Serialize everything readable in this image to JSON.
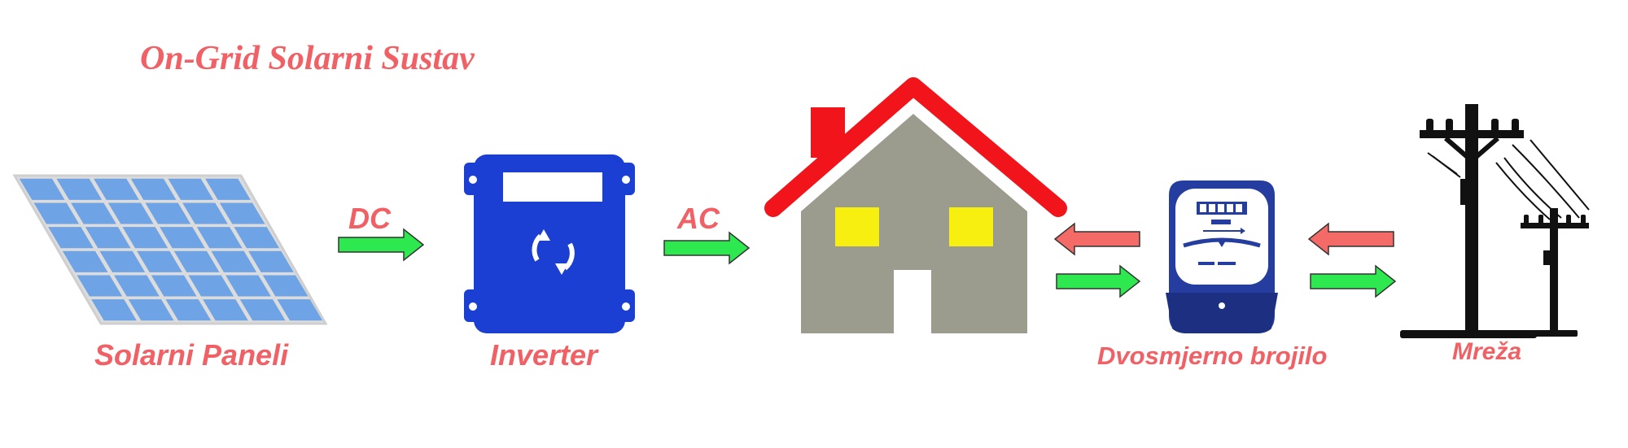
{
  "title": "On-Grid Solarni Sustav",
  "labels": {
    "solar_panels": "Solarni Paneli",
    "inverter": "Inverter",
    "dc": "DC",
    "ac": "AC",
    "meter": "Dvosmjerno brojilo",
    "grid": "Mreža"
  },
  "colors": {
    "label_text": "#f06064",
    "flow_export": "#2ee84f",
    "flow_import": "#f46a66",
    "panel_cell": "#6ea3e6",
    "inverter": "#1a3fd2",
    "roof": "#f2141b",
    "house_wall": "#9c9c8e",
    "window": "#f7ef0f",
    "meter": "#253d9e",
    "pole": "#111111"
  },
  "icons": {
    "solar_panels": "solar-panel-icon",
    "inverter": "inverter-icon",
    "house": "house-icon",
    "meter": "bidirectional-meter-icon",
    "grid": "power-pole-icon"
  }
}
